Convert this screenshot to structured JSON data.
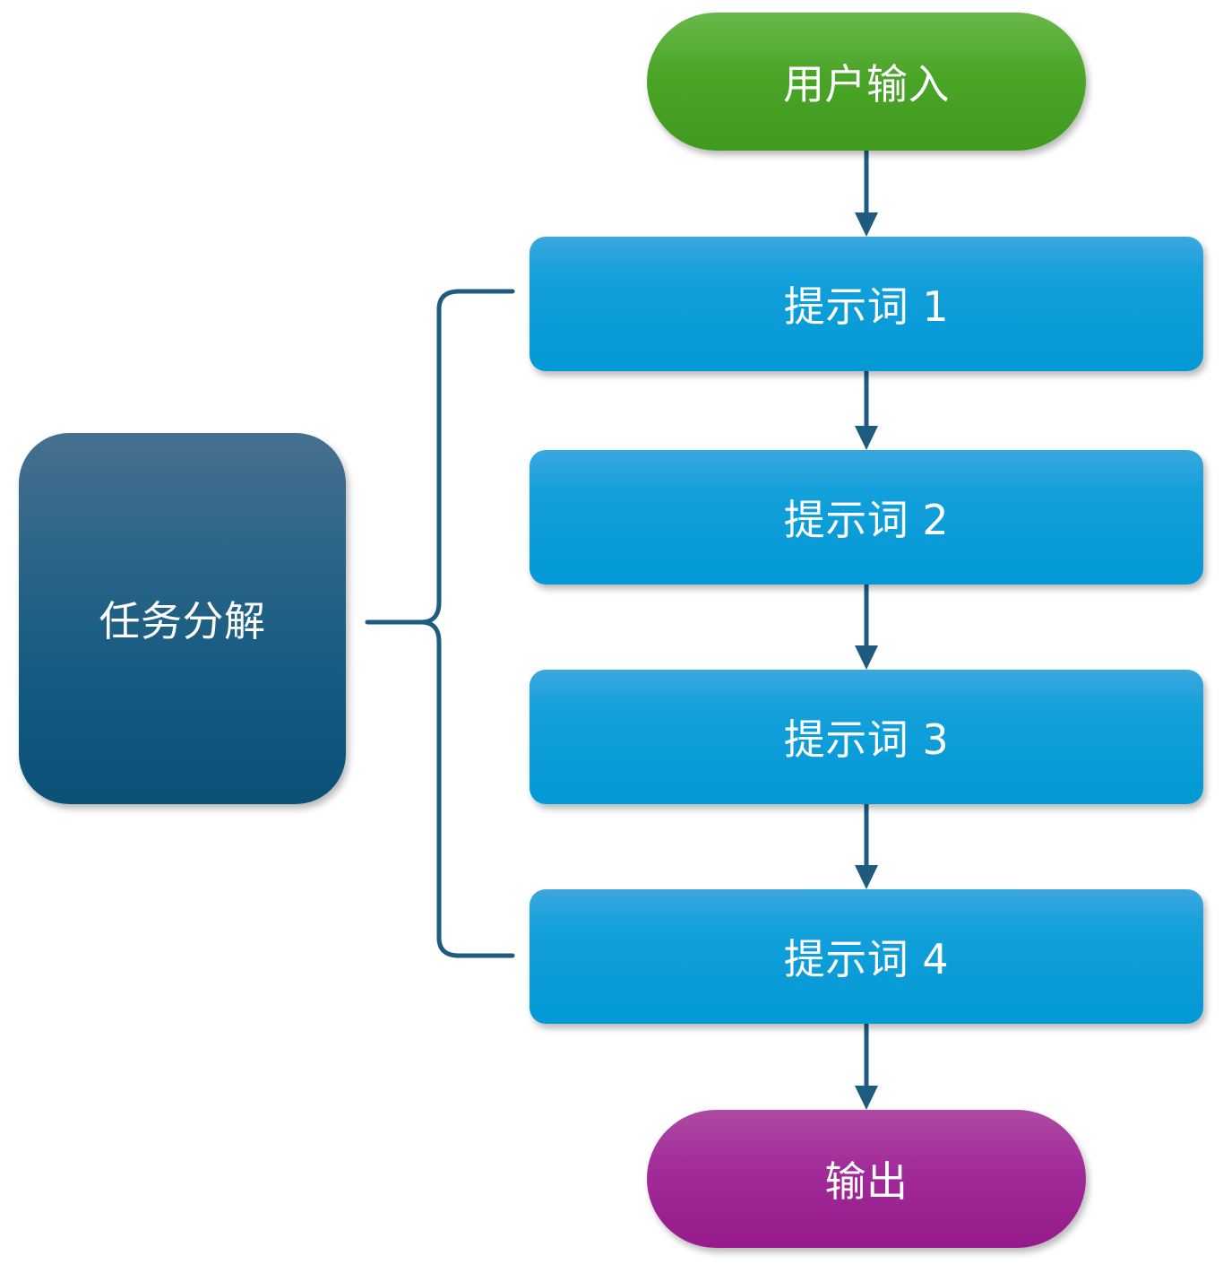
{
  "diagram": {
    "start": {
      "label": "用户输入"
    },
    "steps": [
      {
        "label": "提示词 1"
      },
      {
        "label": "提示词 2"
      },
      {
        "label": "提示词 3"
      },
      {
        "label": "提示词 4"
      }
    ],
    "end": {
      "label": "输出"
    },
    "group": {
      "label": "任务分解"
    },
    "colors": {
      "start": "#4aa527",
      "step": "#0299d6",
      "end": "#a12a98",
      "group": "#125a80",
      "connector": "#1e5b80"
    }
  }
}
